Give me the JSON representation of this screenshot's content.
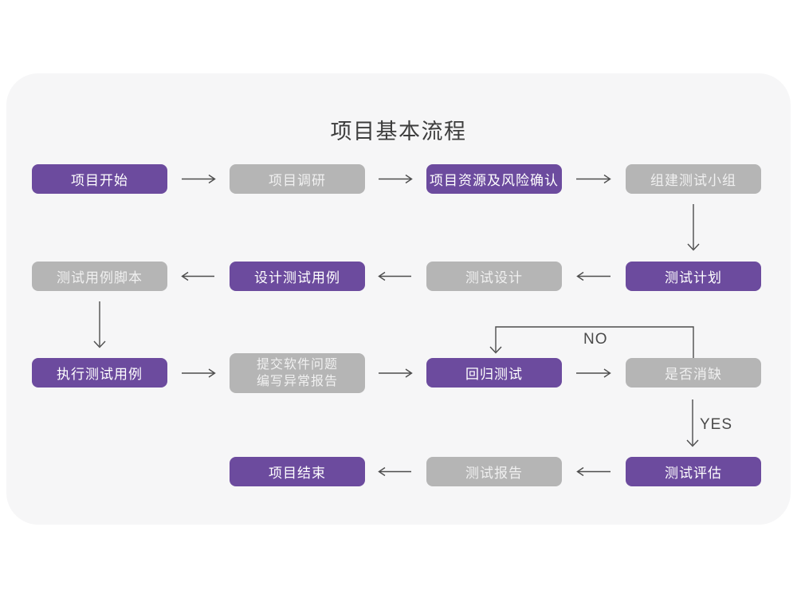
{
  "title": "项目基本流程",
  "edge_labels": {
    "no": "NO",
    "yes": "YES"
  },
  "colors": {
    "accent_purple": "#6C4B9E",
    "inactive_gray": "#B5B5B5",
    "card_background": "#F6F6F7",
    "arrow": "#4D4D4D"
  },
  "nodes": {
    "project_start": {
      "label": "项目开始",
      "type": "purple"
    },
    "project_research": {
      "label": "项目调研",
      "type": "gray"
    },
    "resource_risk_confirm": {
      "label": "项目资源及风险确认",
      "type": "purple"
    },
    "build_test_team": {
      "label": "组建测试小组",
      "type": "gray"
    },
    "test_plan": {
      "label": "测试计划",
      "type": "purple"
    },
    "test_design": {
      "label": "测试设计",
      "type": "gray"
    },
    "design_test_cases": {
      "label": "设计测试用例",
      "type": "purple"
    },
    "test_case_scripts": {
      "label": "测试用例脚本",
      "type": "gray"
    },
    "execute_test_cases": {
      "label": "执行测试用例",
      "type": "purple"
    },
    "submit_issue_report": {
      "label": "提交软件问题\n编写异常报告",
      "type": "gray"
    },
    "regression_test": {
      "label": "回归测试",
      "type": "purple"
    },
    "defect_resolved": {
      "label": "是否消缺",
      "type": "gray"
    },
    "test_evaluation": {
      "label": "测试评估",
      "type": "purple"
    },
    "test_report": {
      "label": "测试报告",
      "type": "gray"
    },
    "project_end": {
      "label": "项目结束",
      "type": "purple"
    }
  }
}
